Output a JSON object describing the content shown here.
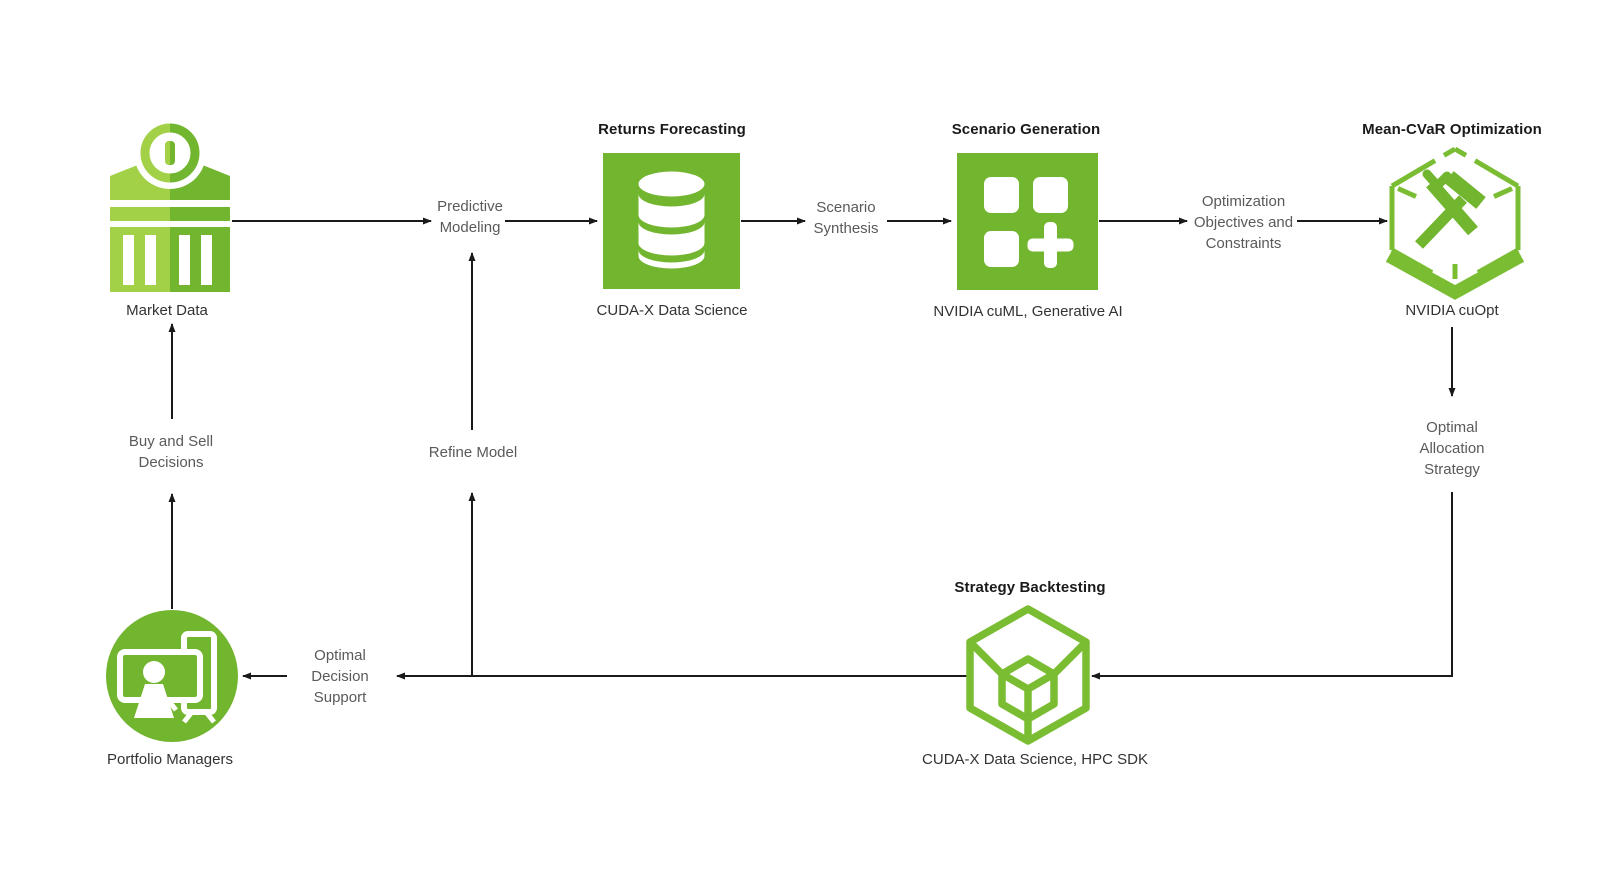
{
  "colors": {
    "background": "#FFFFFF",
    "green": "#72B52F",
    "green_light": "#A2D147",
    "green_outline": "#7ABD33",
    "arrow": "#1A1A1A",
    "title_text": "#1A1A1A",
    "label_text": "#333333",
    "flow_text": "#5A5A5A"
  },
  "nodes": {
    "market_data": {
      "label": "Market Data",
      "icon": "bank-icon"
    },
    "returns_forecasting": {
      "title": "Returns Forecasting",
      "label": "CUDA-X Data Science",
      "icon": "database-icon"
    },
    "scenario_generation": {
      "title": "Scenario Generation",
      "label": "NVIDIA cuML, Generative AI",
      "icon": "grid-plus-icon"
    },
    "mean_cvar_optimization": {
      "title": "Mean-CVaR Optimization",
      "label": "NVIDIA cuOpt",
      "icon": "hexagon-tools-icon"
    },
    "strategy_backtesting": {
      "title": "Strategy Backtesting",
      "label": "CUDA-X Data Science, HPC SDK",
      "icon": "cube-icon"
    },
    "portfolio_managers": {
      "label": "Portfolio Managers",
      "icon": "presenter-icon"
    }
  },
  "flow_labels": {
    "predictive_modeling": {
      "line1": "Predictive",
      "line2": "Modeling"
    },
    "scenario_synthesis": {
      "line1": "Scenario",
      "line2": "Synthesis"
    },
    "optimization_objectives": {
      "line1": "Optimization",
      "line2": "Objectives and",
      "line3": "Constraints"
    },
    "optimal_allocation": {
      "line1": "Optimal",
      "line2": "Allocation",
      "line3": "Strategy"
    },
    "optimal_decision": {
      "line1": "Optimal",
      "line2": "Decision",
      "line3": "Support"
    },
    "buy_and_sell": {
      "line1": "Buy and Sell",
      "line2": "Decisions"
    },
    "refine_model": {
      "line1": "Refine Model"
    }
  }
}
